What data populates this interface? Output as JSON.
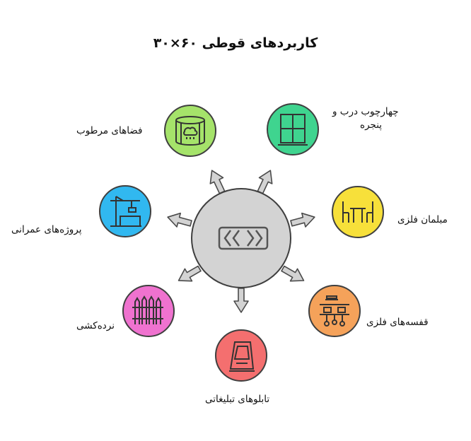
{
  "title": "کاربردهای قوطی ۶۰×۳۰",
  "items": [
    {
      "label": "فضاهای مرطوب",
      "icon": "humid-space-icon",
      "color": "#a5e36a"
    },
    {
      "label_line1": "چهارچوب درب و",
      "label_line2": "پنجره",
      "icon": "window-frame-icon",
      "color": "#3fd48f"
    },
    {
      "label": "پروژه‌های عمرانی",
      "icon": "construction-crane-icon",
      "color": "#31b8f0"
    },
    {
      "label": "مبلمان فلزی",
      "icon": "metal-furniture-icon",
      "color": "#f7e03a"
    },
    {
      "label": "نرده‌کشی",
      "icon": "fence-icon",
      "color": "#ef72cf"
    },
    {
      "label": "قفسه‌های فلزی",
      "icon": "metal-shelf-icon",
      "color": "#f5a25a"
    },
    {
      "label": "تابلوهای تبلیغاتی",
      "icon": "billboard-icon",
      "color": "#f46f6f"
    }
  ],
  "center": {
    "icon": "steel-profile-icon",
    "color": "#d3d3d3"
  }
}
